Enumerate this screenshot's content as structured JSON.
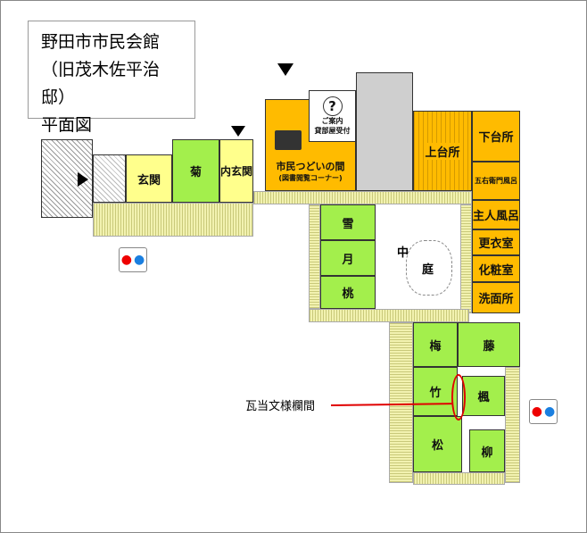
{
  "title": {
    "line1": "野田市市民会館",
    "line2": "（旧茂木佐平治邸）",
    "line3": "平面図"
  },
  "rooms": {
    "genkan": "玄関",
    "kiku": "菊",
    "uchigenkan": "内玄関",
    "tsudoi": "市民つどいの間",
    "tsudoi_sub": "(図書閲覧コーナー)",
    "info_mark": "?",
    "info": "ご案内",
    "info2": "貸部屋受付",
    "kamidaidokoro": "上台所",
    "shimodaidokoro": "下台所",
    "goemon": "五右衛門風呂",
    "shujin": "主人風呂",
    "koui": "更衣室",
    "kesho": "化粧室",
    "senmen": "洗面所",
    "yuki": "雪",
    "tsuki": "月",
    "momo": "桃",
    "naka": "中",
    "niwa": "庭",
    "ume": "梅",
    "fuji": "藤",
    "take": "竹",
    "kaede": "楓",
    "matsu": "松",
    "yanagi": "柳"
  },
  "annotation": "瓦当文様欄間",
  "restroom_icon": "restroom-icon",
  "colors": {
    "tatami": "#a3ef4c",
    "service": "#ffbb00",
    "entrance": "#ffff8c",
    "highlight": "#e00000"
  }
}
